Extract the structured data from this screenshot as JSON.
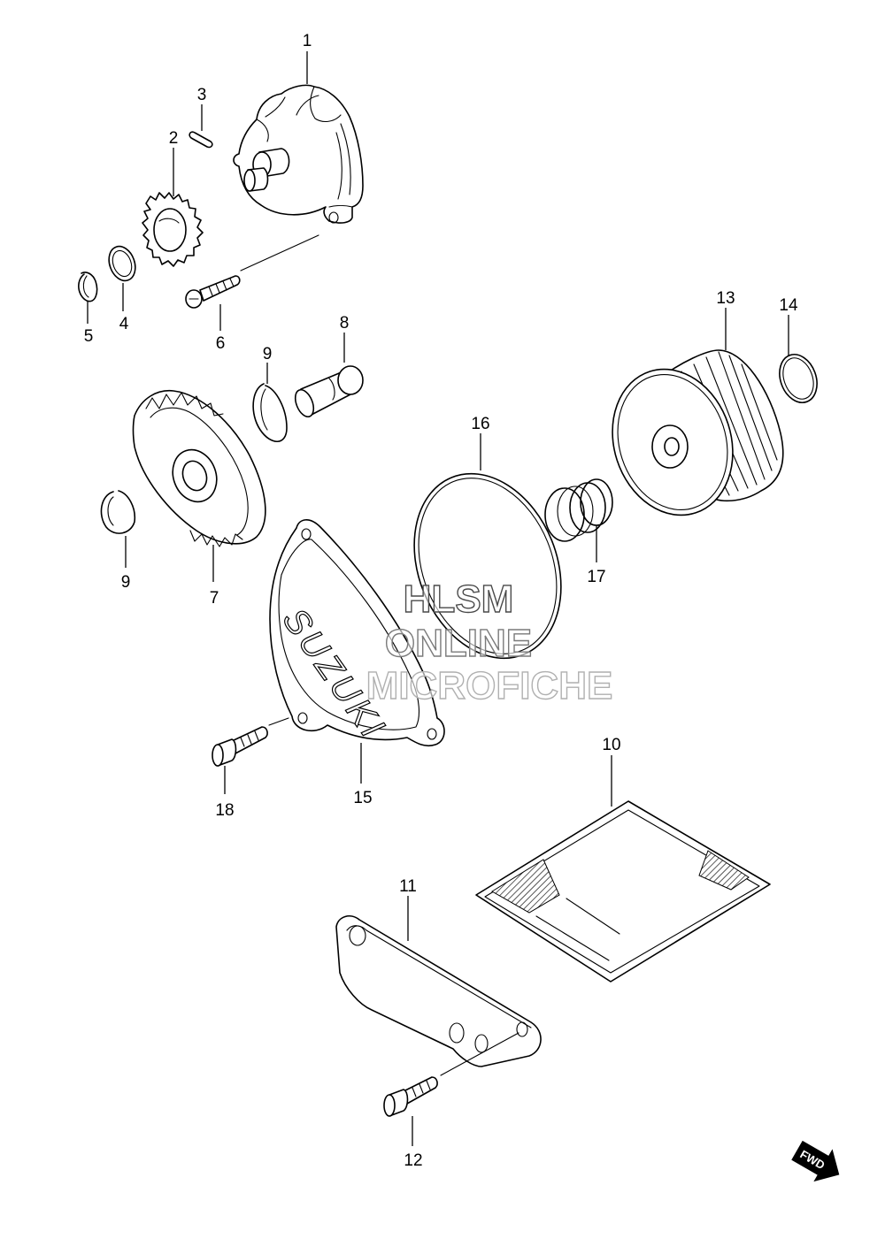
{
  "callouts": [
    "1",
    "2",
    "3",
    "4",
    "5",
    "6",
    "7",
    "8",
    "9",
    "9",
    "10",
    "11",
    "12",
    "13",
    "14",
    "15",
    "16",
    "17",
    "18"
  ],
  "watermark": {
    "line1": "HLSM",
    "line2": "ONLINE",
    "line3": "MICROFICHE"
  },
  "cover_logo_text": "SUZUKI",
  "fwd_label": "FWD"
}
